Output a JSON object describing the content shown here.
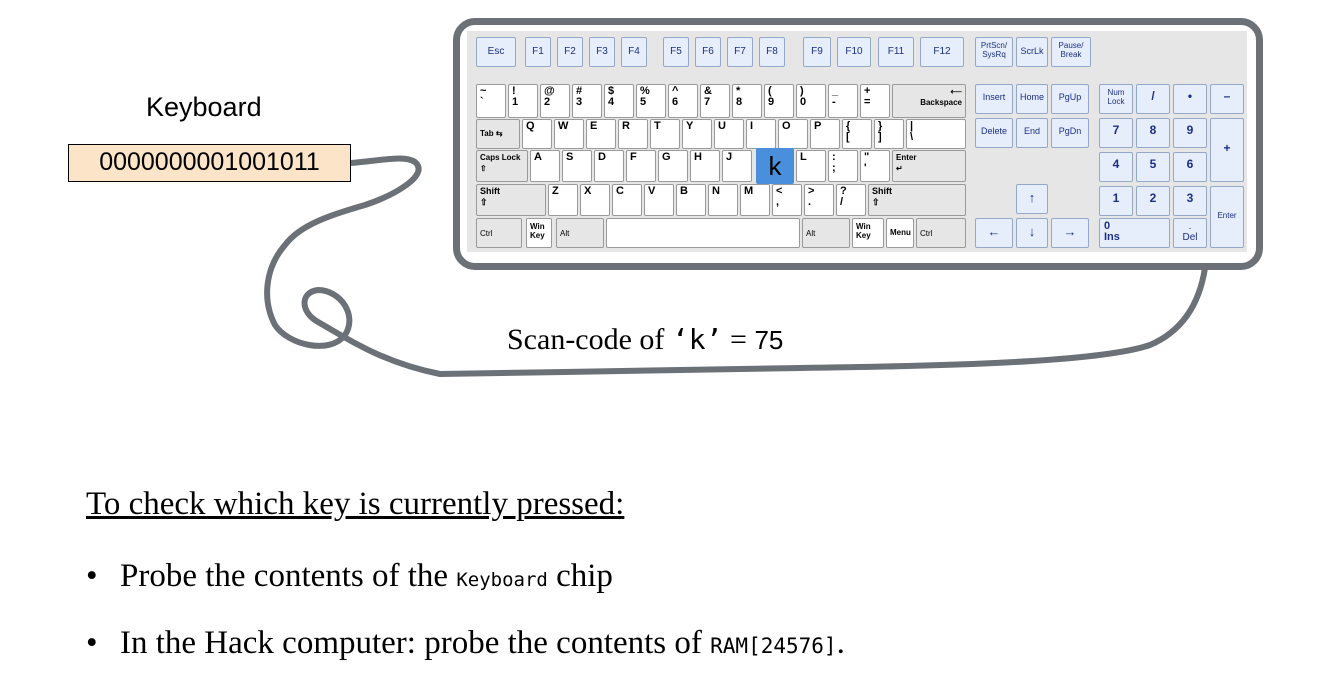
{
  "keyboard_label": "Keyboard",
  "register_value": "0000000001001011",
  "keyboard": {
    "highlighted_key": "k",
    "function_row": [
      "Esc",
      "F1",
      "F2",
      "F3",
      "F4",
      "F5",
      "F6",
      "F7",
      "F8",
      "F9",
      "F10",
      "F11",
      "F12"
    ],
    "system_keys": [
      "PrtScn/\nSysRq",
      "ScrLk",
      "Pause/\nBreak"
    ],
    "number_row": [
      "~\n`",
      "!\n1",
      "@\n2",
      "#\n3",
      "$\n4",
      "%\n5",
      "^\n6",
      "&\n7",
      "*\n8",
      "(\n9",
      ")\n0",
      "_\n-",
      "+\n="
    ],
    "backspace": "⟵\nBackspace",
    "top_row": [
      "Q",
      "W",
      "E",
      "R",
      "T",
      "Y",
      "U",
      "I",
      "O",
      "P",
      "{\n[",
      "}\n]",
      "|\n\\"
    ],
    "tab": "Tab ⇆",
    "home_row": [
      "A",
      "S",
      "D",
      "F",
      "G",
      "H",
      "J",
      "L",
      ":\n;",
      "\"\n'"
    ],
    "caps_lock": "Caps Lock\n⇧",
    "enter": "Enter\n↵",
    "bottom_row": [
      "Z",
      "X",
      "C",
      "V",
      "B",
      "N",
      "M",
      "<\n,",
      ">\n.",
      "?\n/"
    ],
    "shift": "Shift\n⇧",
    "modifiers": {
      "ctrl": "Ctrl",
      "win": "Win\nKey",
      "alt": "Alt",
      "menu": "Menu"
    },
    "nav_keys": [
      "Insert",
      "Home",
      "PgUp",
      "Delete",
      "End",
      "PgDn"
    ],
    "arrows": {
      "up": "↑",
      "left": "←",
      "down": "↓",
      "right": "→"
    },
    "numpad": {
      "numlock": "Num\nLock",
      "divide": "/",
      "multiply": "•",
      "minus": "–",
      "plus": "+",
      "enter": "Enter",
      "n7": "7",
      "n8": "8",
      "n9": "9",
      "n4": "4",
      "n5": "5",
      "n6": "6",
      "n1": "1",
      "n2": "2",
      "n3": "3",
      "n0": "0\nIns",
      "dot": ".\nDel"
    }
  },
  "scan_caption": {
    "prefix": "Scan-code of ",
    "key": "‘k’",
    "suffix": " = ",
    "value": "75"
  },
  "heading": "To check which key is currently pressed:",
  "bullets": [
    {
      "text_before": "Probe the contents of the ",
      "code": "Keyboard",
      "text_after": " chip"
    },
    {
      "text_before": "In the Hack computer: probe the contents of ",
      "code": "RAM[24576]",
      "text_after": "."
    }
  ],
  "colors": {
    "register_fill": "#fce4c8",
    "key_highlight": "#4a8fdc",
    "cable": "#6b7177",
    "fn_key_fill": "#e6eefb"
  }
}
